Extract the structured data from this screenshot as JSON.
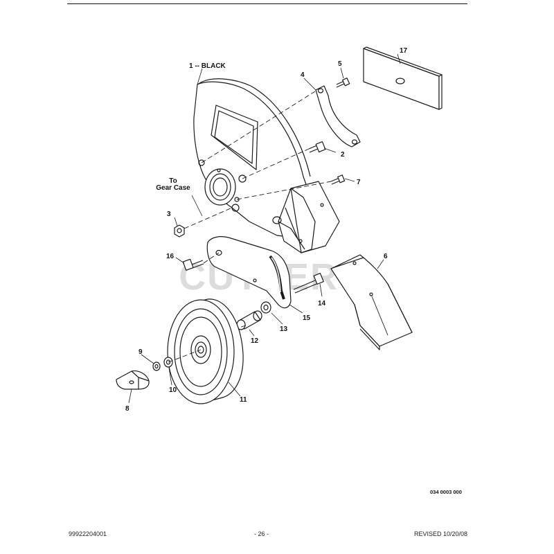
{
  "diagram": {
    "labels": {
      "p1": "1 -- BLACK",
      "p2": "2",
      "p3": "3",
      "p4": "4",
      "p5": "5",
      "p6": "6",
      "p7": "7",
      "p8": "8",
      "p9": "9",
      "p10": "10",
      "p11": "11",
      "p12": "12",
      "p13": "13",
      "p14": "14",
      "p15": "15",
      "p16": "16",
      "p17": "17",
      "gear_case_line1": "To",
      "gear_case_line2": "Gear Case"
    },
    "watermark": "CUTLER'S",
    "drawing_number": "034 0003 000"
  },
  "footer": {
    "part_number": "99922204001",
    "page": "- 26 -",
    "revised": "REVISED 10/20/08"
  },
  "colors": {
    "line": "#1a1a1a",
    "watermark": "#d9d9d9"
  }
}
